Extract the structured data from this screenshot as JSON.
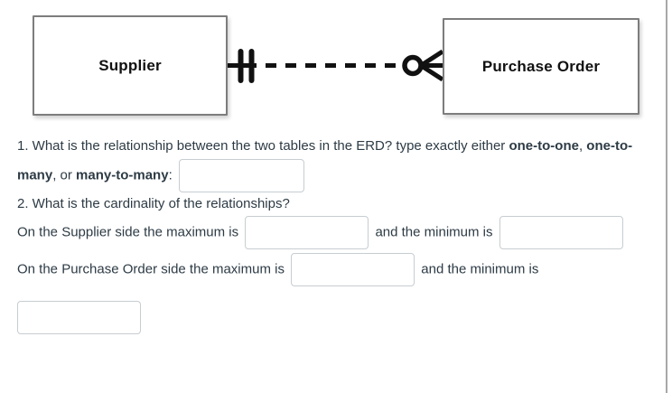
{
  "erd": {
    "supplier_label": "Supplier",
    "purchase_order_label": "Purchase Order",
    "connector": {
      "line_style": "dashed",
      "supplier_end_cardinality": "one-and-only-one",
      "purchase_order_end_cardinality": "zero-or-many",
      "line_color": "#111111"
    }
  },
  "colors": {
    "text": "#2D3B45",
    "input_border": "#c7cdd1",
    "entity_border": "#7d7d7d",
    "right_border": "#a8a8a8"
  },
  "questions": {
    "q1": {
      "intro": "1. What is the relationship between the two tables in the ERD? type exactly either ",
      "option1": "one-to-one",
      "sep1": ", ",
      "option2": "one-to-many",
      "sep2": ", or ",
      "option3": "many-to-many",
      "colon": ": ",
      "answer_value": "",
      "answer_placeholder": ""
    },
    "q2": {
      "heading": "2. What is the cardinality of the relationships?",
      "supplier_row": {
        "seg_max": "On the Supplier side the maximum is ",
        "seg_min": " and the minimum is ",
        "max_value": "",
        "min_value": ""
      },
      "purchase_row": {
        "seg_max": "On the Purchase Order side the maximum is ",
        "seg_min": " and the minimum is ",
        "max_value": "",
        "min_value": ""
      }
    }
  }
}
